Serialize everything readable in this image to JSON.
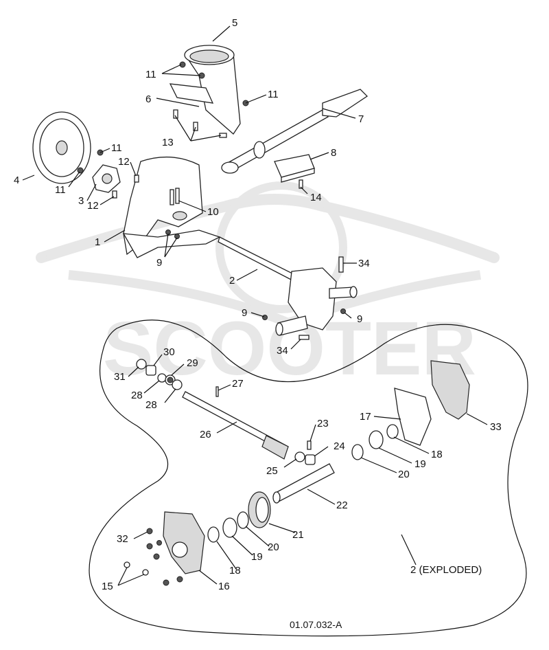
{
  "drawing_number": "01.07.032-A",
  "exploded_caption": "2 (EXPLODED)",
  "watermark": "SCOOTER",
  "callouts": {
    "c1": "1",
    "c2": "2",
    "c3": "3",
    "c4": "4",
    "c5": "5",
    "c6": "6",
    "c7": "7",
    "c8": "8",
    "c9a": "9",
    "c9b": "9",
    "c9c": "9",
    "c10": "10",
    "c11a": "11",
    "c11b": "11",
    "c11c": "11",
    "c11d": "11",
    "c12a": "12",
    "c12b": "12",
    "c13": "13",
    "c14": "14",
    "c15": "15",
    "c16": "16",
    "c17": "17",
    "c18a": "18",
    "c18b": "18",
    "c19a": "19",
    "c19b": "19",
    "c20a": "20",
    "c20b": "20",
    "c21": "21",
    "c22": "22",
    "c23": "23",
    "c24": "24",
    "c25": "25",
    "c26": "26",
    "c27": "27",
    "c28a": "28",
    "c28b": "28",
    "c29": "29",
    "c30": "30",
    "c31": "31",
    "c32": "32",
    "c33": "33",
    "c34a": "34",
    "c34b": "34"
  }
}
